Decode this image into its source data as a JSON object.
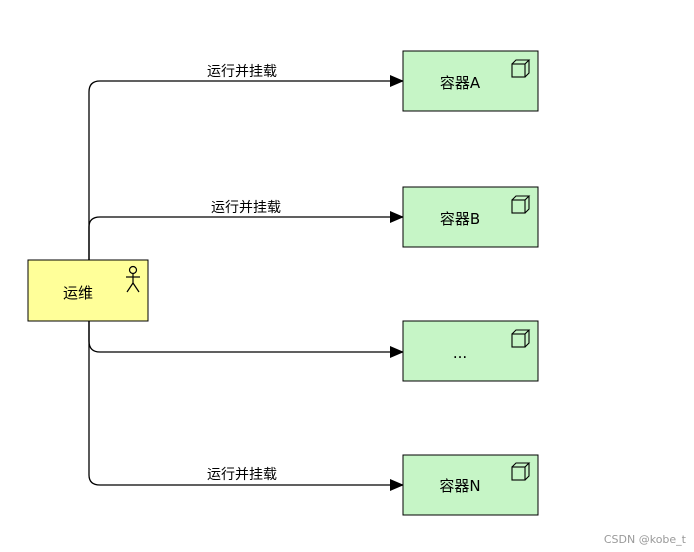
{
  "actor": {
    "label": "运维",
    "icon": "stick-figure-icon",
    "fill": "#ffff99"
  },
  "containers": [
    {
      "label": "容器A",
      "icon": "cube-icon",
      "edge_label": "运行并挂载"
    },
    {
      "label": "容器B",
      "icon": "cube-icon",
      "edge_label": "运行并挂载"
    },
    {
      "label": "...",
      "icon": "cube-icon",
      "edge_label": ""
    },
    {
      "label": "容器N",
      "icon": "cube-icon",
      "edge_label": "运行并挂载"
    }
  ],
  "container_fill": "#c6f5c6",
  "watermark": "CSDN @kobe_t"
}
